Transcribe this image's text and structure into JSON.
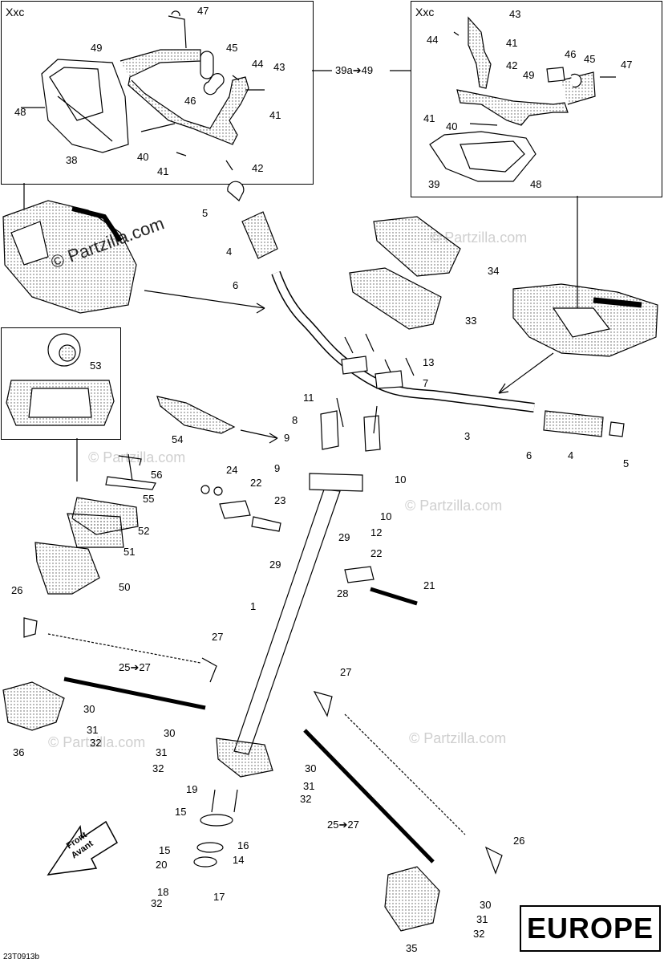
{
  "watermark": "© Partzilla.com",
  "region_badge": "EUROPE",
  "diagram_code": "23T0913b",
  "inset_left": {
    "title": "Xxc",
    "labels": [
      "47",
      "49",
      "45",
      "44",
      "43",
      "46",
      "41",
      "48",
      "38",
      "40",
      "41",
      "42"
    ]
  },
  "inset_right": {
    "title": "Xxc",
    "labels": [
      "43",
      "44",
      "41",
      "42",
      "46",
      "45",
      "47",
      "49",
      "41",
      "40",
      "39",
      "48"
    ]
  },
  "kit_label": "39a➔49",
  "main_labels": [
    "5",
    "4",
    "6",
    "34",
    "33",
    "13",
    "7",
    "3",
    "6",
    "4",
    "5",
    "11",
    "8",
    "9",
    "54",
    "9",
    "24",
    "22",
    "10",
    "23",
    "10",
    "12",
    "29",
    "29",
    "22",
    "21",
    "28",
    "1",
    "53",
    "56",
    "55",
    "52",
    "51",
    "50",
    "26",
    "27",
    "25➔27",
    "30",
    "31",
    "32",
    "36",
    "30",
    "31",
    "32",
    "19",
    "15",
    "16",
    "14",
    "20",
    "15",
    "18",
    "17",
    "32",
    "27",
    "30",
    "31",
    "32",
    "25➔27",
    "26",
    "30",
    "31",
    "32",
    "35"
  ]
}
